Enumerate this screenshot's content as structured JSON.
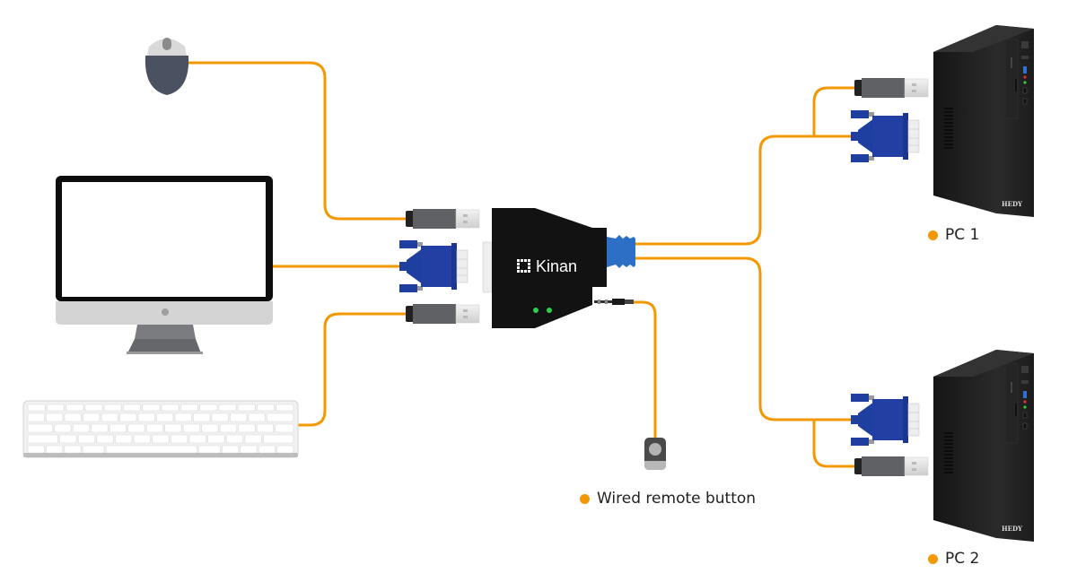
{
  "title": "KVM switch connection diagram",
  "colors": {
    "cable": "#F39800",
    "accent_dot": "#F39800",
    "vga_blue": "#1E3FA0",
    "switch_body": "#111111",
    "switch_port_blue": "#2C6FC4",
    "led_green": "#2BD14A",
    "pc_case": "#1A1A1A"
  },
  "devices": {
    "mouse": {
      "name": "Mouse"
    },
    "monitor": {
      "name": "Monitor"
    },
    "keyboard": {
      "name": "Keyboard"
    },
    "switch": {
      "brand": "Kinan",
      "led_count": 2
    },
    "remote": {
      "name": "Wired remote button"
    },
    "pc1": {
      "brand": "HEDY"
    },
    "pc2": {
      "brand": "HEDY"
    }
  },
  "labels": {
    "pc1": "PC 1",
    "pc2": "PC 2",
    "remote": "Wired remote button"
  }
}
